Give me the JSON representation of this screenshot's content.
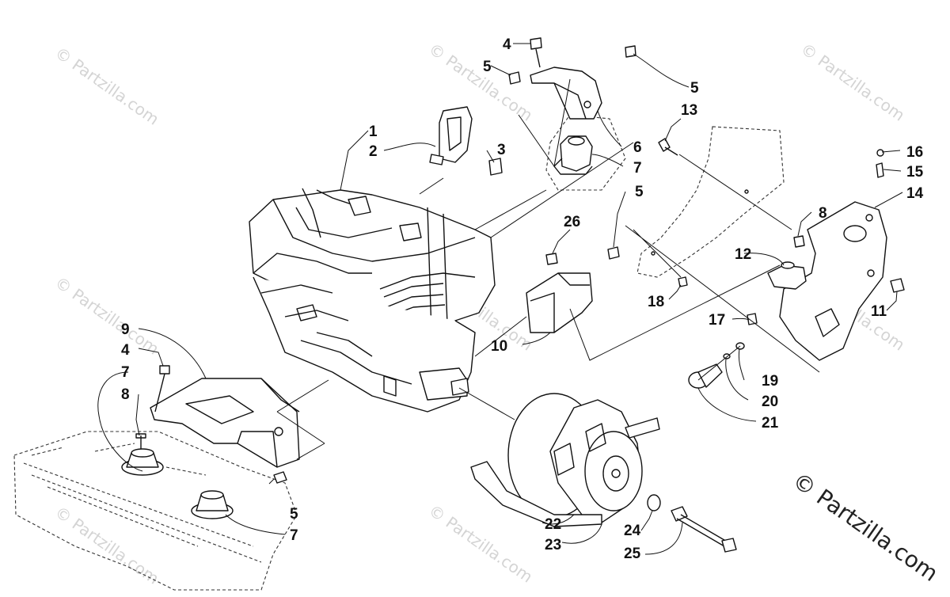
{
  "watermark_text": "© Partzilla.com",
  "corner_mark": "© Partzilla.com",
  "callout_labels": [
    "1",
    "2",
    "3",
    "4",
    "5",
    "6",
    "7",
    "8",
    "9",
    "10",
    "11",
    "12",
    "13",
    "14",
    "15",
    "16",
    "17",
    "18",
    "19",
    "20",
    "21",
    "22",
    "23",
    "24",
    "25",
    "26"
  ]
}
